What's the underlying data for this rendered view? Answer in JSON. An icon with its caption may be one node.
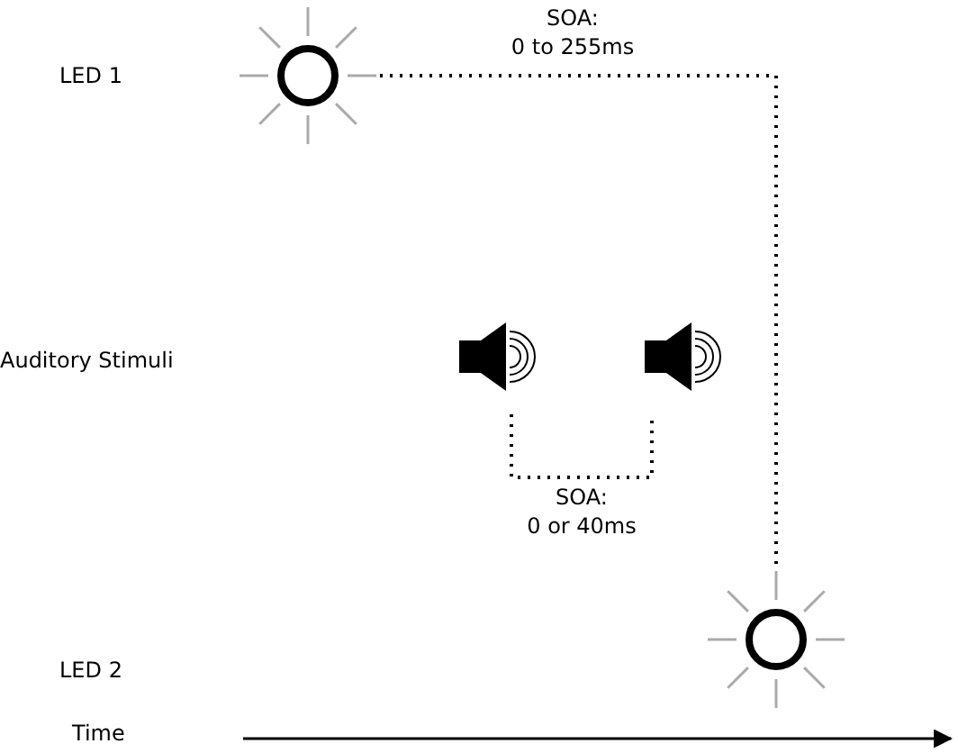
{
  "diagram": {
    "nodes": [
      {
        "text": [],
        "shape": "light"
      },
      {
        "text": [],
        "shape": "speaker"
      },
      {
        "text": [],
        "shape": "speaker"
      },
      {
        "text": [],
        "shape": "light"
      }
    ],
    "edges": [
      {
        "from": 0,
        "to": 3,
        "arrow": "none",
        "label": "SOA: 0 to 255ms",
        "style": "dashed"
      },
      {
        "from": 1,
        "to": 2,
        "arrow": "none",
        "label": "SOA: 0 or 40ms",
        "style": "dashed"
      }
    ],
    "labels": [
      "LED 1",
      "Auditory Stimuli",
      "LED 2",
      "Time"
    ]
  }
}
